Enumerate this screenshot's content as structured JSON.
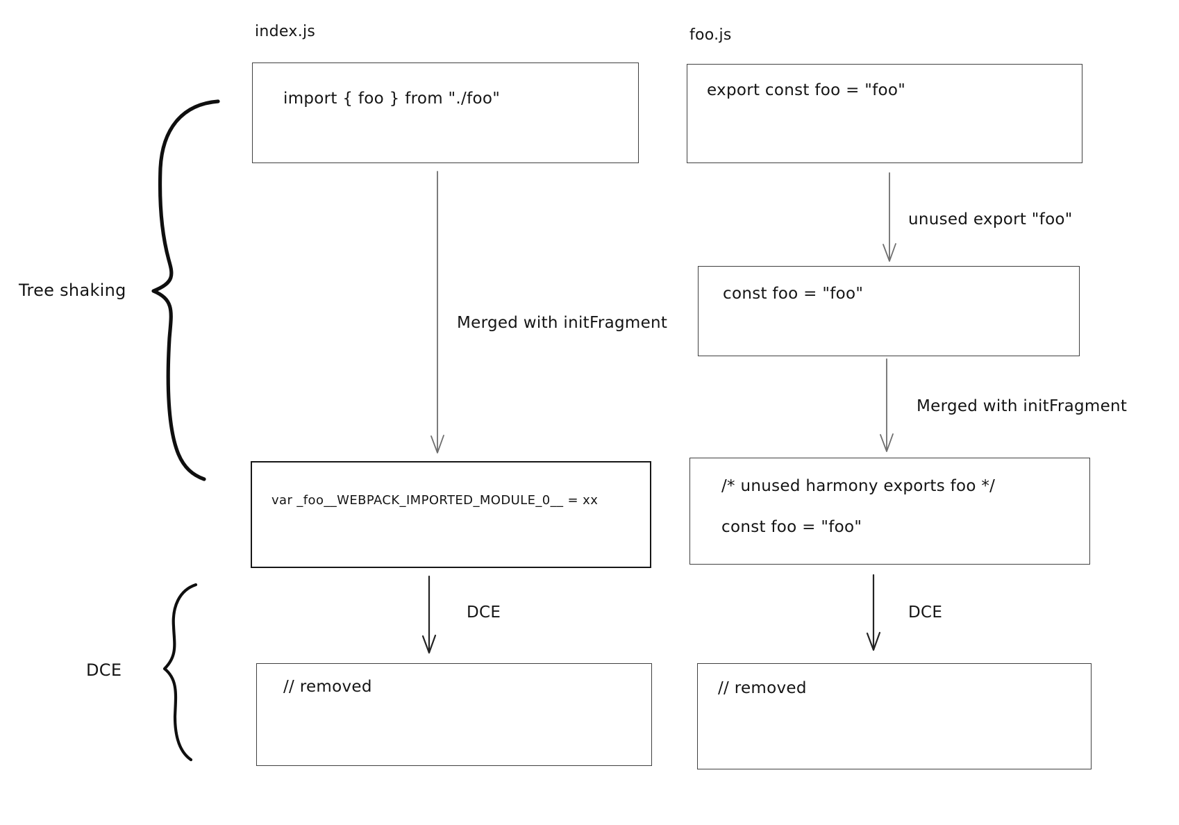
{
  "left_column": {
    "file_label": "index.js",
    "import_box_code": "import { foo } from \"./foo\"",
    "merge_arrow_label": "Merged with initFragment",
    "webpack_box_code": "var _foo__WEBPACK_IMPORTED_MODULE_0__ = xx",
    "dce_arrow_label": "DCE",
    "removed_box_code": "// removed"
  },
  "right_column": {
    "file_label": "foo.js",
    "export_box_code": "export const foo = \"foo\"",
    "unused_arrow_label": "unused export \"foo\"",
    "const_box_code": "const foo = \"foo\"",
    "merge_arrow_label": "Merged with initFragment",
    "harmony_box_line1": "/* unused harmony exports foo */",
    "harmony_box_line2": "const foo = \"foo\"",
    "dce_arrow_label": "DCE",
    "removed_box_code": "// removed"
  },
  "annotations": {
    "tree_shaking_label": "Tree shaking",
    "dce_label": "DCE"
  },
  "colors": {
    "ink": "#141414",
    "arrow_gray": "#6e6e6e",
    "arrow_dark": "#232323"
  }
}
